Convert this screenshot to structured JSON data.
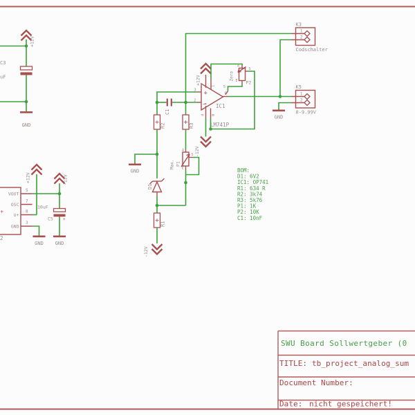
{
  "colors": {
    "wire_green": "#3ca03c",
    "symbol_red": "#a84e4e",
    "label_gray": "#968a8a",
    "frame_red": "#b25b5b",
    "text_green": "#46a046",
    "text_red": "#a94444",
    "background": "#fcfcfc"
  },
  "power": {
    "p12v": "+12V",
    "n12v": "-12V",
    "gnd": "GND"
  },
  "left_rail": {
    "cap_name": "C3",
    "cap_value": "uF"
  },
  "charge_pump": {
    "pin_names": [
      "VOUT",
      "OSC",
      "U+",
      "GND"
    ],
    "pin_numbers": [
      "5",
      "7",
      "8",
      "3"
    ],
    "plus": "+",
    "name_partial": "2",
    "cap_name": "C5",
    "cap_value": "10uF",
    "cap_plus": "+"
  },
  "opamp": {
    "name": "IC1",
    "value": "LM741P",
    "plus": "+",
    "minus": "-",
    "pin_in_p": "3",
    "pin_in_n": "2",
    "pin_out": "6",
    "pin_os1": "1",
    "pin_os2": "5",
    "pin_vp": "7",
    "pin_vn": "4",
    "pin_8": "8"
  },
  "trimmers": {
    "p1": {
      "name": "P1",
      "value": "Max.",
      "a": "A",
      "e": "E",
      "s": "S"
    },
    "p2": {
      "name": "P2",
      "value": "Zero",
      "a": "A",
      "e": "E",
      "s": "S"
    }
  },
  "resistors": {
    "r1": "R1",
    "r2": "R2",
    "r3": "R3"
  },
  "caps": {
    "c1": "C1"
  },
  "diode": {
    "name": "D1"
  },
  "connectors": {
    "k3": {
      "name": "K3",
      "label": "Codschalter",
      "pin1": "1",
      "pin2": "2"
    },
    "k5": {
      "name": "K5",
      "label": "0-9.99V",
      "pin1": "1",
      "pin2": "2"
    }
  },
  "bom": {
    "lines": [
      "BOM:",
      "D1: 6V2",
      "IC1: OP741",
      "R1: 634 R",
      "R2: 3k74",
      "R3: 5k76",
      "P1: 1K",
      "P2: 10K",
      "C1: 10nF"
    ]
  },
  "title_block": {
    "project": "SWU Board  Sollwertgeber (0",
    "title_label": "TITLE:",
    "title_value": "tb_project_analog_sum",
    "document_label": "Document Number:",
    "date_label": "Date:",
    "date_value": "nicht gespeichert!"
  }
}
